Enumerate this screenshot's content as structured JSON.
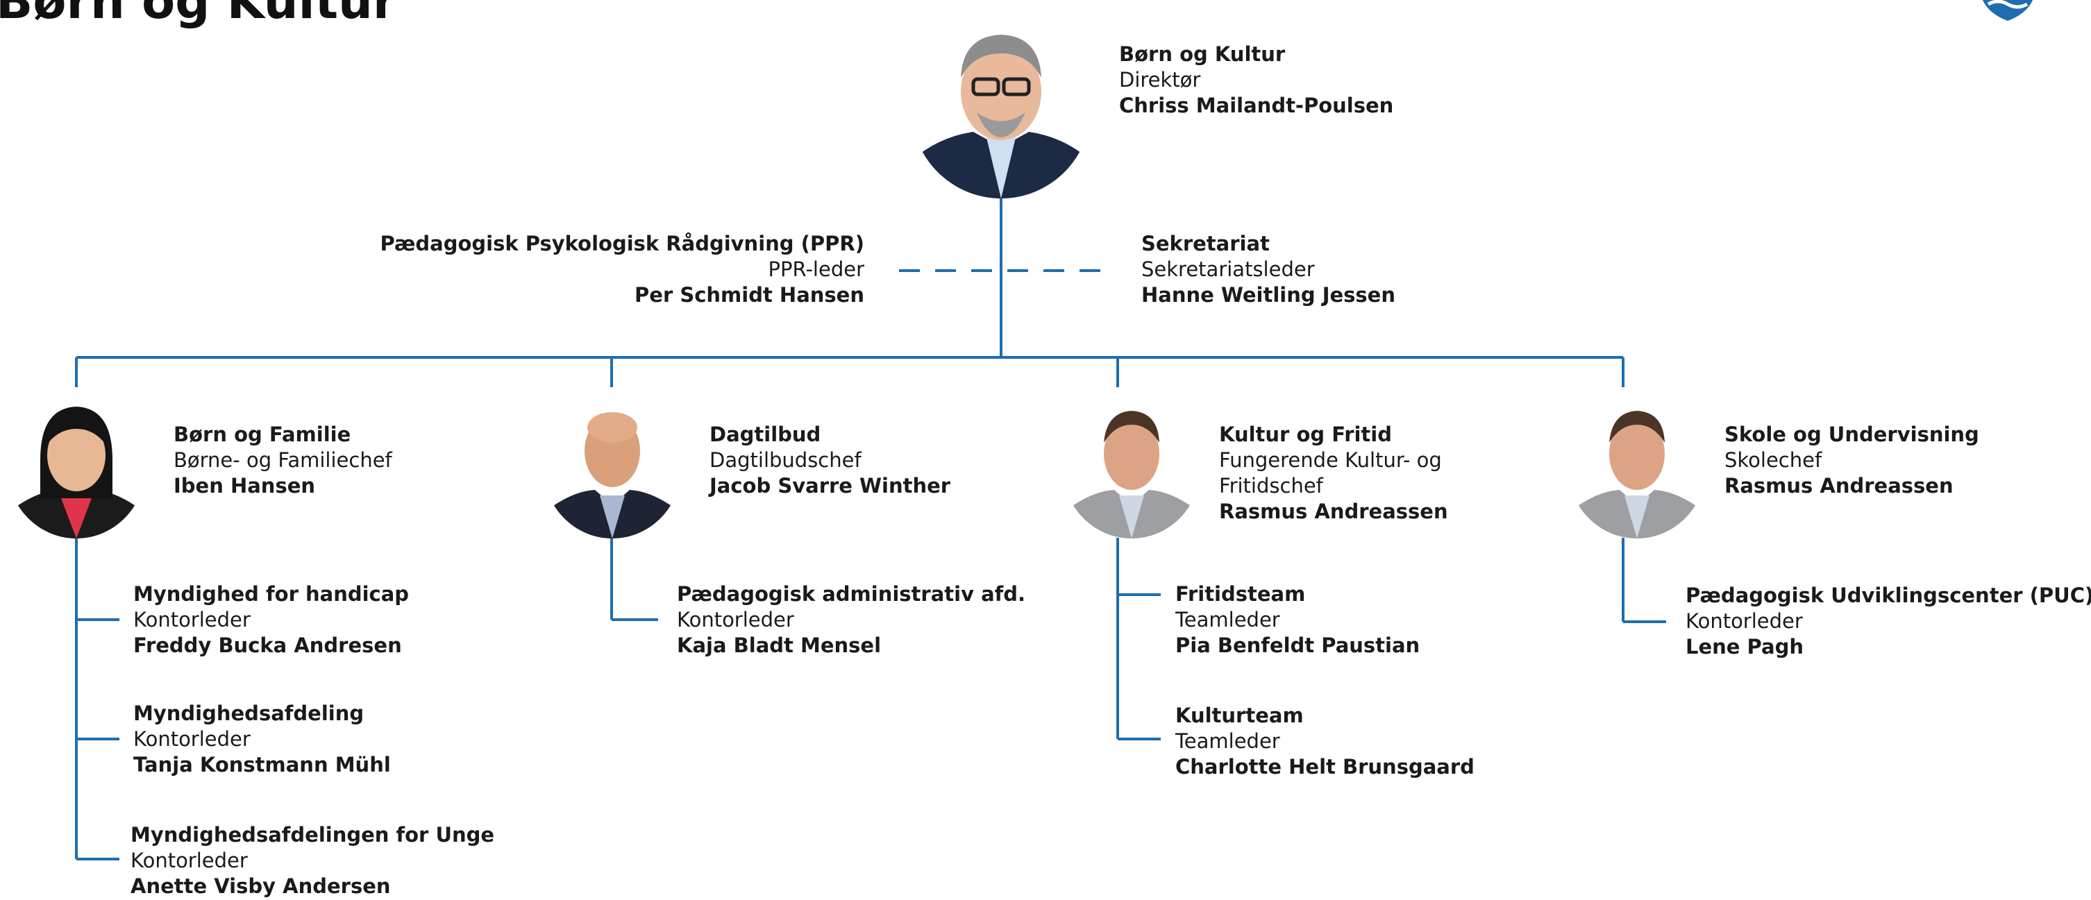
{
  "page": {
    "title": "Børn og Kultur"
  },
  "colors": {
    "line": "#1f6db0",
    "text": "#1a1a1a"
  },
  "logo_icon": "municipality-crest-icon",
  "director": {
    "unit": "Børn og Kultur",
    "role": "Direktør",
    "person": "Chriss Mailandt-Poulsen"
  },
  "staff": [
    {
      "unit": "Pædagogisk Psykologisk Rådgivning (PPR)",
      "role": "PPR-leder",
      "person": "Per Schmidt Hansen"
    },
    {
      "unit": "Sekretariat",
      "role": "Sekretariatsleder",
      "person": "Hanne Weitling Jessen"
    }
  ],
  "departments": [
    {
      "unit": "Børn og Familie",
      "role": "Børne- og Familiechef",
      "person": "Iben Hansen",
      "subunits": [
        {
          "unit": "Myndighed for handicap",
          "role": "Kontorleder",
          "person": "Freddy Bucka Andresen"
        },
        {
          "unit": "Myndighedsafdeling",
          "role": "Kontorleder",
          "person": "Tanja Konstmann Mühl"
        },
        {
          "unit": "Myndighedsafdelingen for Unge",
          "role": "Kontorleder",
          "person": "Anette Visby Andersen"
        }
      ]
    },
    {
      "unit": "Dagtilbud",
      "role": "Dagtilbudschef",
      "person": "Jacob Svarre Winther",
      "subunits": [
        {
          "unit": "Pædagogisk administrativ afd.",
          "role": "Kontorleder",
          "person": "Kaja Bladt Mensel"
        }
      ]
    },
    {
      "unit": "Kultur og Fritid",
      "role": "Fungerende Kultur- og Fritidschef",
      "person": "Rasmus Andreassen",
      "subunits": [
        {
          "unit": "Fritidsteam",
          "role": "Teamleder",
          "person": "Pia Benfeldt Paustian"
        },
        {
          "unit": "Kulturteam",
          "role": "Teamleder",
          "person": "Charlotte Helt Brunsgaard"
        }
      ]
    },
    {
      "unit": "Skole og Undervisning",
      "role": "Skolechef",
      "person": "Rasmus Andreassen",
      "subunits": [
        {
          "unit": "Pædagogisk Udviklingscenter (PUC)",
          "role": "Kontorleder",
          "person": "Lene Pagh"
        }
      ]
    }
  ]
}
